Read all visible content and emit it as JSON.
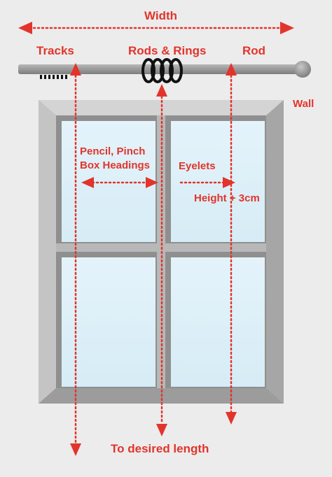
{
  "labels": {
    "width": "Width",
    "tracks": "Tracks",
    "rods_rings": "Rods & Rings",
    "rod": "Rod",
    "wall": "Wall",
    "pencil_line1": "Pencil, Pinch",
    "pencil_line2": "Box Headings",
    "eyelets": "Eyelets",
    "height": "Height + 3cm",
    "desired_length": "To desired length"
  },
  "icons": {
    "curtain_rod": "curtain-rod-icon",
    "rings": "curtain-rings-icon",
    "finial": "rod-finial-icon",
    "track_dashes": "track-end-icon",
    "window": "window-icon"
  },
  "colors": {
    "background": "#ececec",
    "accent_red": "#e2342b",
    "rod_gray": "#9b9b9b",
    "frame_gray": "#b2b2b2",
    "glass_blue": "#dff0f8",
    "ring_black": "#111111"
  }
}
